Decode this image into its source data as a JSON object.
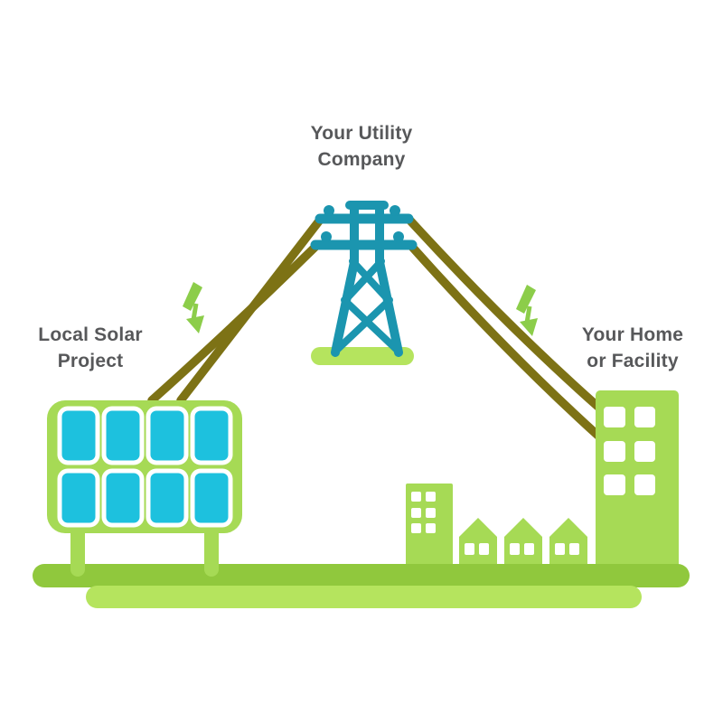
{
  "labels": [
    {
      "id": "solar",
      "line1": "Local Solar",
      "line2": "Project"
    },
    {
      "id": "utility",
      "line1": "Your Utility",
      "line2": "Company"
    },
    {
      "id": "home",
      "line1": "Your Home",
      "line2": "or Facility"
    }
  ],
  "pictograms": {
    "solar_panel": "solar-panel-icon",
    "transmission_tower": "transmission-tower-icon",
    "city_buildings": "city-buildings-icon",
    "home_building": "home-facility-building-icon",
    "lightning_left": "lightning-arrow-icon",
    "lightning_right": "lightning-arrow-icon",
    "power_lines": "power-lines"
  },
  "colors": {
    "background": "#ffffff",
    "green": "#a6da55",
    "green_light": "#b5e45e",
    "green_dark": "#90c83d",
    "teal": "#1b95af",
    "wire": "#7d7215",
    "cell": "#1dc1de",
    "bolt": "#8ccd4a",
    "text": "#57585a"
  }
}
